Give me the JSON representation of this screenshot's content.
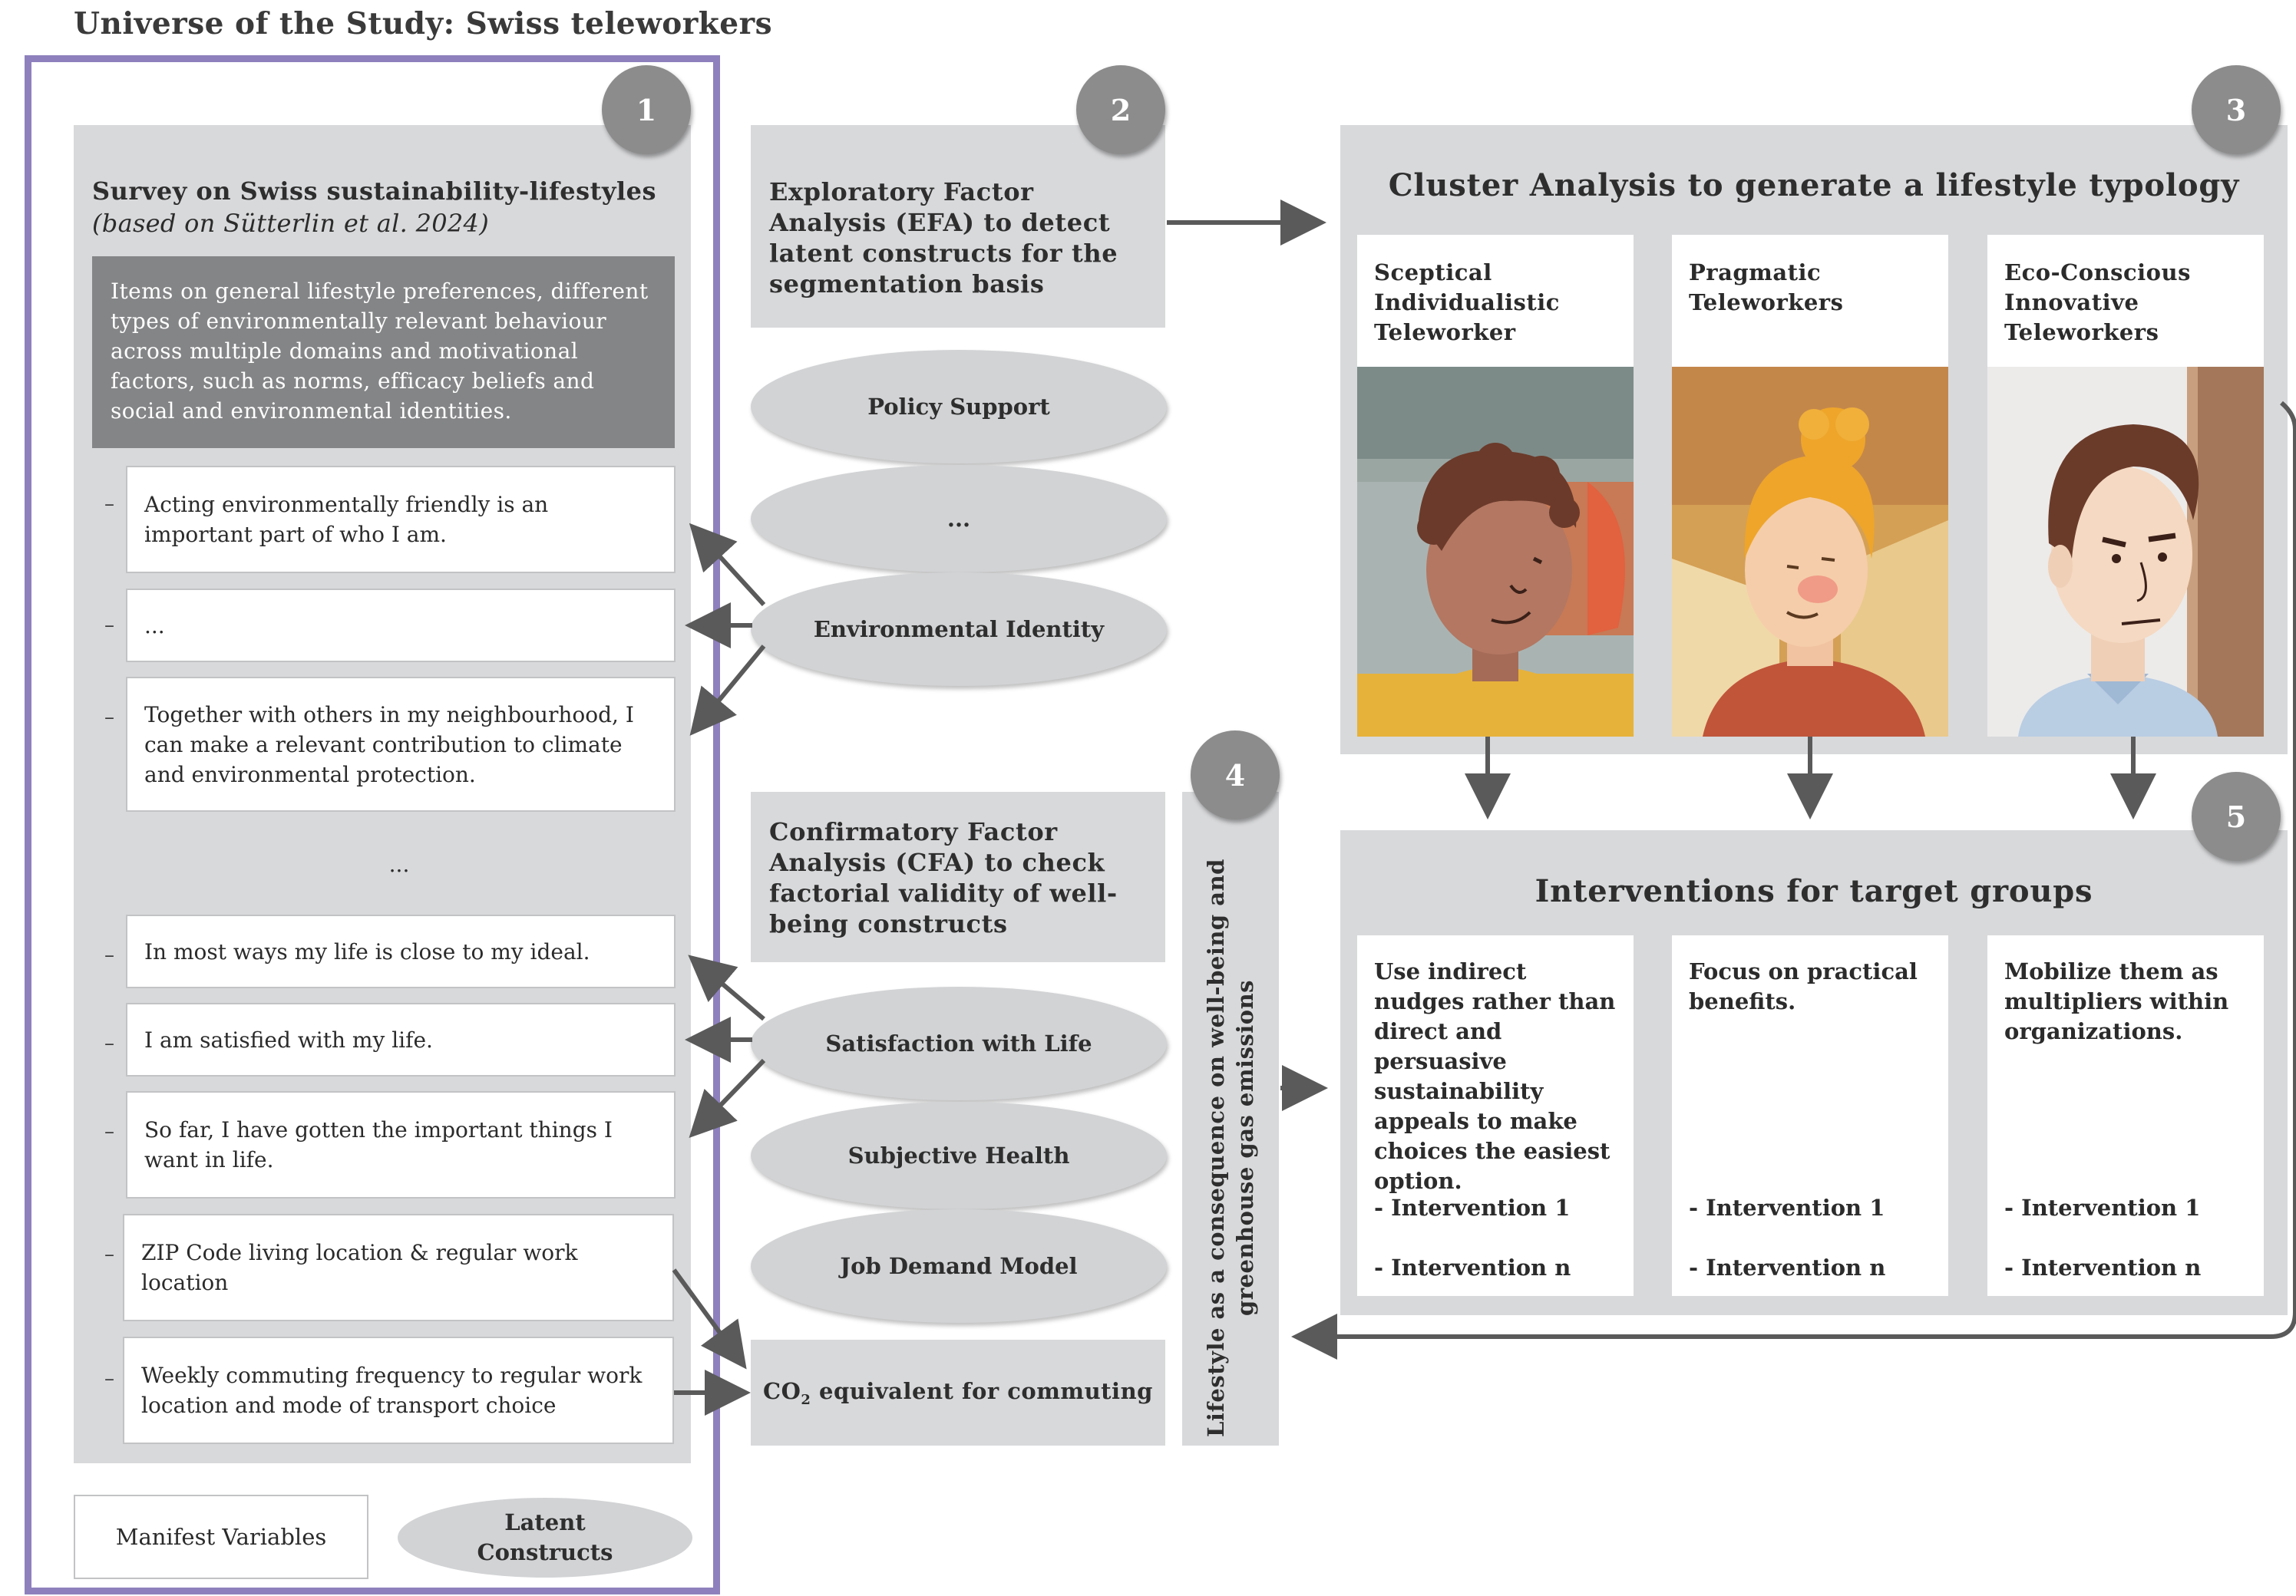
{
  "title": "Universe of the Study: Swiss teleworkers",
  "badges": [
    "1",
    "2",
    "3",
    "4",
    "5"
  ],
  "survey": {
    "title": "Survey on Swiss sustainability-lifestyles",
    "subtitle": "(based on Sütterlin et al. 2024)",
    "description": "Items on general lifestyle preferences, different types of environmentally relevant behaviour across multiple domains and motivational factors, such as norms, efficacy beliefs and social and environmental identities.",
    "dash": "–",
    "separator": "...",
    "items": [
      "Acting environmentally friendly is an important part of who I am.",
      "...",
      "Together with others in my neighbourhood, I can make a relevant contribution to climate and environmental protection.",
      "In most ways my life is close to my ideal.",
      "I am satisfied with my life.",
      "So far, I have gotten the important things I want in life.",
      "ZIP Code living location & regular work location",
      "Weekly commuting frequency to regular work location and mode of transport choice"
    ]
  },
  "efa": {
    "title": "Exploratory Factor Analysis (EFA) to detect latent constructs for the segmentation basis",
    "constructs": [
      "Policy Support",
      "...",
      "Environmental Identity"
    ]
  },
  "cfa": {
    "title": "Confirmatory Factor Analysis (CFA) to check factorial validity of well-being constructs",
    "constructs": [
      "Satisfaction with Life",
      "Subjective Health",
      "Job Demand Model"
    ]
  },
  "co2": {
    "prefix": "CO",
    "subscript": "2",
    "suffix": " equivalent for commuting"
  },
  "consequence": {
    "label": "Lifestyle as a consequence on well-being and greenhouse gas emissions"
  },
  "cluster": {
    "title": "Cluster Analysis to generate a lifestyle typology",
    "types": [
      {
        "name": "Sceptical Individualistic Teleworker"
      },
      {
        "name": "Pragmatic Teleworkers"
      },
      {
        "name": "Eco-Conscious Innovative Teleworkers"
      }
    ]
  },
  "interventions": {
    "title": "Interventions for target groups",
    "groups": [
      {
        "text": "Use indirect nudges rather than direct and persuasive sustainability appeals to make choices the easiest option.",
        "item1": "- Intervention 1",
        "itemn": "- Intervention n"
      },
      {
        "text": "Focus on practical benefits.",
        "item1": "- Intervention 1",
        "itemn": "- Intervention n"
      },
      {
        "text": "Mobilize them as multipliers within organizations.",
        "item1": "- Intervention 1",
        "itemn": "- Intervention n"
      }
    ]
  },
  "legend": {
    "manifest": "Manifest Variables",
    "latent": "Latent Constructs"
  },
  "colors": {
    "study_frame": "#8e80bd",
    "panel": "#d8d9db",
    "badge": "#8c8c8c",
    "ellipse": "#d2d3d5",
    "arrow": "#5a5a5a",
    "dark_box": "#848587"
  }
}
